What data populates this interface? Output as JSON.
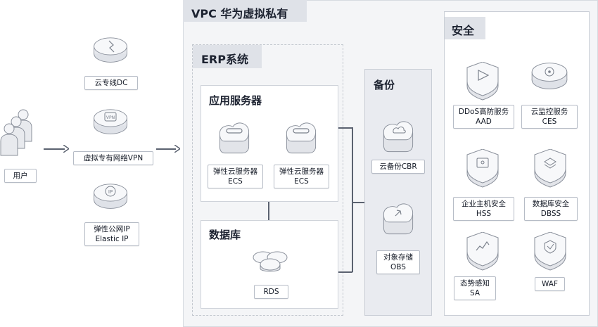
{
  "vpc": {
    "title": "VPC 华为虚拟私有"
  },
  "erp": {
    "title": "ERP系统"
  },
  "app_server": {
    "title": "应用服务器"
  },
  "database": {
    "title": "数据库"
  },
  "backup": {
    "title": "备份"
  },
  "security": {
    "title": "安全"
  },
  "left_nodes": {
    "user": {
      "label": "用户"
    },
    "dc": {
      "label": "云专线DC"
    },
    "vpn": {
      "label": "虚拟专有网络VPN"
    },
    "eip": {
      "line1": "弹性公网IP",
      "line2": "Elastic IP"
    }
  },
  "ecs1": {
    "line1": "弹性云服务器",
    "line2": "ECS"
  },
  "ecs2": {
    "line1": "弹性云服务器",
    "line2": "ECS"
  },
  "rds": {
    "label": "RDS"
  },
  "cbr": {
    "label": "云备份CBR"
  },
  "obs": {
    "line1": "对象存储",
    "line2": "OBS"
  },
  "security_items": {
    "aad": {
      "line1": "DDoS高防服务",
      "line2": "AAD"
    },
    "ces": {
      "line1": "云监控服务",
      "line2": "CES"
    },
    "hss": {
      "line1": "企业主机安全",
      "line2": "HSS"
    },
    "dbss": {
      "line1": "数据库安全",
      "line2": "DBSS"
    },
    "sa": {
      "line1": "态势感知",
      "line2": "SA"
    },
    "waf": {
      "label": "WAF"
    }
  },
  "colors": {
    "panel": "#f4f5f7",
    "tab": "#dfe2e8",
    "icon_fill": "#f2f3f6",
    "icon_edge": "#8a909b",
    "line": "#5b6270"
  }
}
